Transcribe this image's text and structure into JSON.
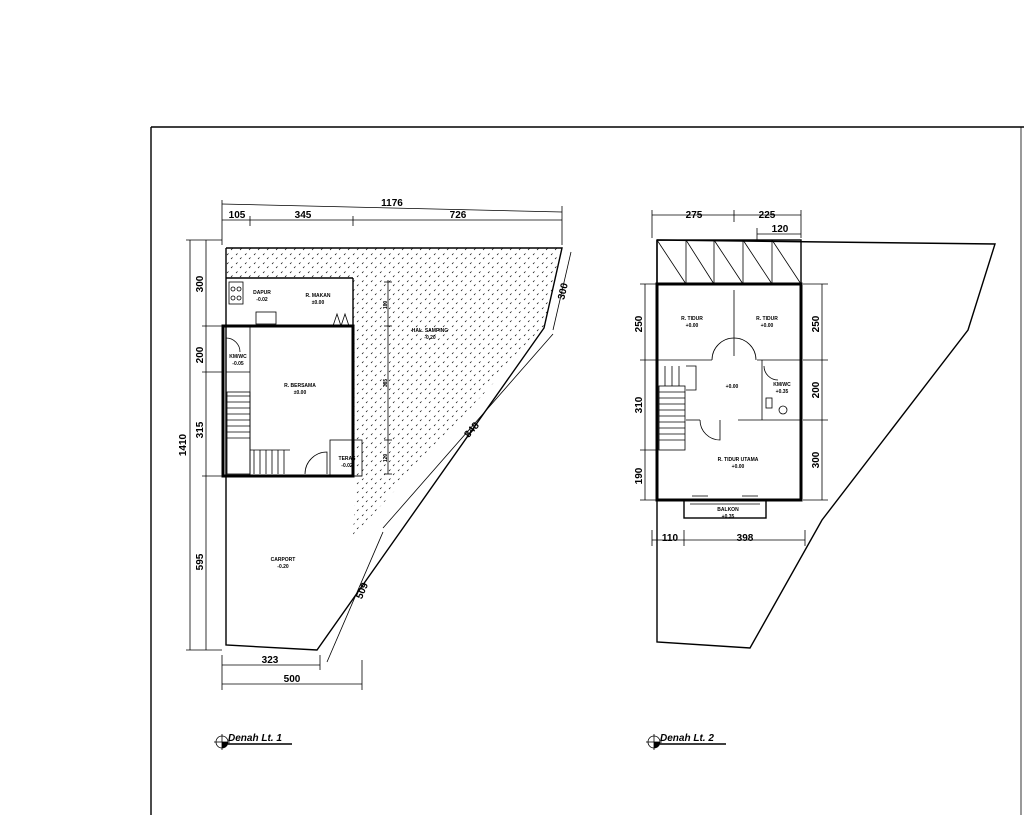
{
  "plan1": {
    "title": "Denah Lt. 1",
    "dims": {
      "top_total": "1176",
      "top_a": "105",
      "top_b": "345",
      "top_c": "726",
      "left_total": "1410",
      "left_a": "300",
      "left_b": "200",
      "left_c": "315",
      "left_d": "595",
      "diag_top": "300",
      "diag_mid": "848",
      "diag_low": "509",
      "inner_a": "180",
      "inner_b": "385",
      "inner_c": "120",
      "bottom_inner": "323",
      "bottom_total": "500"
    },
    "rooms": {
      "dapur": {
        "name": "DAPUR",
        "level": "-0.02"
      },
      "makan": {
        "name": "R. MAKAN",
        "level": "±0.00"
      },
      "samping": {
        "name": "HAL. SAMPING",
        "level": "-0.20"
      },
      "kmwc": {
        "name": "KM/WC",
        "level": "-0.05"
      },
      "bersama": {
        "name": "R. BERSAMA",
        "level": "±0.00"
      },
      "teras": {
        "name": "TERAS",
        "level": "-0.02"
      },
      "carport": {
        "name": "CARPORT",
        "level": "-0.20"
      }
    }
  },
  "plan2": {
    "title": "Denah Lt. 2",
    "dims": {
      "top_a": "275",
      "top_b": "225",
      "top_c": "120",
      "left_a": "250",
      "left_b": "310",
      "left_c": "190",
      "right_a": "250",
      "right_b": "200",
      "right_c": "300",
      "bottom_a": "110",
      "bottom_b": "398"
    },
    "rooms": {
      "tidur1": {
        "name": "R. TIDUR",
        "level": "+0.00"
      },
      "tidur2": {
        "name": "R. TIDUR",
        "level": "+0.00"
      },
      "hall": {
        "name": "",
        "level": "+0.00"
      },
      "kmwc": {
        "name": "KM/WC",
        "level": "+0.35"
      },
      "utama": {
        "name": "R. TIDUR UTAMA",
        "level": "+0.00"
      },
      "balkon": {
        "name": "BALKON",
        "level": "+0.35"
      }
    }
  }
}
